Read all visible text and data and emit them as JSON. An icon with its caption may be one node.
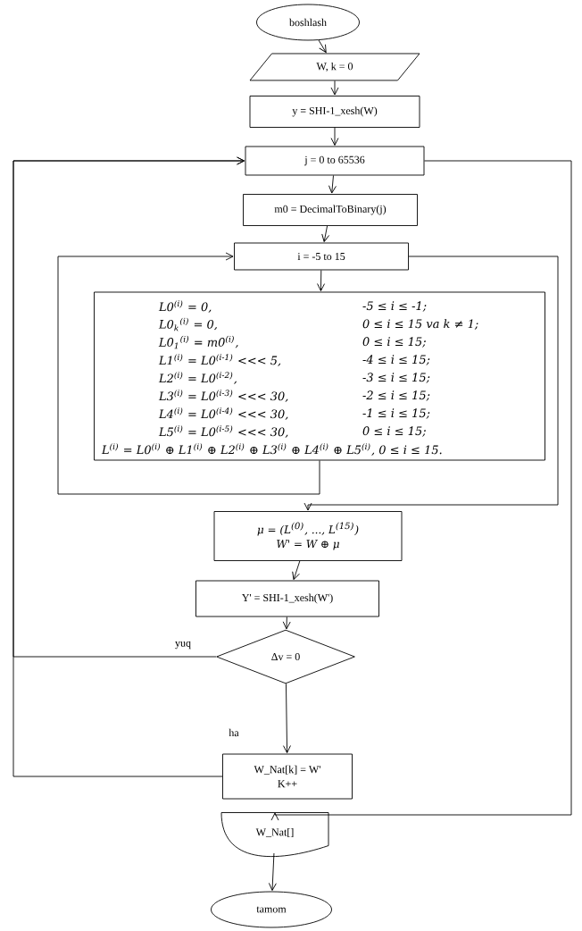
{
  "diagram": {
    "nodes": [
      {
        "text": [
          "boshlash"
        ]
      },
      {
        "text": [
          "W,  k = 0"
        ]
      },
      {
        "text": [
          "y = SHI-1_xesh(W)"
        ]
      },
      {
        "text": [
          "j = 0 to 65536"
        ]
      },
      {
        "text": [
          "m0 = DecimalToBinary(j)"
        ]
      },
      {
        "text": [
          "i = -5 to 15"
        ]
      },
      {
        "text": [
          "L0$^{(i)}$ = 0,",
          "-5 ≤ i ≤ -1;",
          "L0$_{k}$$^{(i)}$ = 0,",
          "0 ≤ i ≤ 15 va k ≠ 1;",
          "L0$_{1}$$^{(i)}$ = m0$^{(i)}$,",
          "0 ≤ i ≤ 15;",
          "L1$^{(i)}$ = L0$^{(i-1)}$ <<< 5,",
          "-4 ≤ i ≤ 15;",
          "L2$^{(i)}$ = L0$^{(i-2)}$,",
          "-3 ≤ i ≤ 15;",
          "L3$^{(i)}$ = L0$^{(i-3)}$ <<< 30,",
          "-2 ≤ i ≤ 15;",
          "L4$^{(i)}$ = L0$^{(i-4)}$ <<< 30,",
          "-1 ≤ i ≤ 15;",
          "L5$^{(i)}$ = L0$^{(i-5)}$ <<< 30,",
          "0 ≤ i ≤ 15;",
          "L$^{(i)}$ = L0$^{(i)}$ ⊕ L1$^{(i)}$ ⊕ L2$^{(i)}$ ⊕ L3$^{(i)}$ ⊕ L4$^{(i)}$ ⊕ L5$^{(i)}$, 0 ≤ i ≤ 15."
        ]
      },
      {
        "text": [
          "μ = (L$^{(0)}$, ..., L$^{(15)}$)",
          "W' = W ⊕ μ"
        ]
      },
      {
        "text": [
          "Y' = SHI-1_xesh(W')"
        ]
      },
      {
        "text": [
          "Δv = 0"
        ]
      },
      {
        "text": [
          "W_Nat[k] = W'",
          "K++"
        ]
      },
      {
        "text": [
          "W_Nat[]"
        ]
      },
      {
        "text": [
          "tamom"
        ]
      }
    ],
    "edges": [
      {
        "from": 0,
        "to": 1,
        "arrow": "to"
      },
      {
        "from": 1,
        "to": 2,
        "arrow": "to"
      },
      {
        "from": 2,
        "to": 3,
        "arrow": "to"
      },
      {
        "from": 3,
        "to": 4,
        "arrow": "to"
      },
      {
        "from": 4,
        "to": 5,
        "arrow": "to"
      },
      {
        "from": 5,
        "to": 6,
        "arrow": "to"
      },
      {
        "from": 6,
        "to": 5,
        "arrow": "to"
      },
      {
        "from": 5,
        "to": 7,
        "arrow": "to"
      },
      {
        "from": 7,
        "to": 8,
        "arrow": "to"
      },
      {
        "from": 8,
        "to": 9,
        "arrow": "to"
      },
      {
        "from": 9,
        "to": 10,
        "arrow": "to",
        "label": "ha"
      },
      {
        "from": 9,
        "to": 3,
        "arrow": "to",
        "label": "yuq"
      },
      {
        "from": 10,
        "to": 3,
        "arrow": "to"
      },
      {
        "from": 3,
        "to": 11,
        "arrow": "to"
      },
      {
        "from": 11,
        "to": 12,
        "arrow": "to"
      }
    ]
  }
}
